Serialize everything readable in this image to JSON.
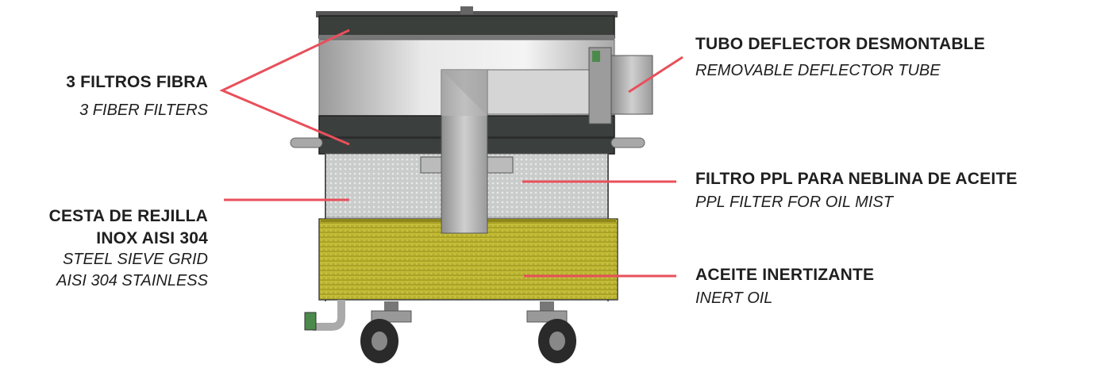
{
  "labels": {
    "fiber_filters": {
      "es": "3 FILTROS FIBRA",
      "en": "3 FIBER FILTERS"
    },
    "sieve_grid": {
      "es_line1": "CESTA DE REJILLA",
      "es_line2": "INOX AISI 304",
      "en_line1": "STEEL SIEVE GRID",
      "en_line2": "AISI 304 STAINLESS"
    },
    "deflector_tube": {
      "es": "TUBO DEFLECTOR DESMONTABLE",
      "en": "REMOVABLE DEFLECTOR TUBE"
    },
    "ppl_filter": {
      "es": "FILTRO PPL PARA NEBLINA DE ACEITE",
      "en": "PPL FILTER FOR OIL MIST"
    },
    "inert_oil": {
      "es": "ACEITE INERTIZANTE",
      "en": "INERT OIL"
    }
  },
  "colors": {
    "leader_line": "#e8505b",
    "oil": "#b5ad2a",
    "steel": "#c8c8c8",
    "filter_dark": "#3b3f3d"
  }
}
